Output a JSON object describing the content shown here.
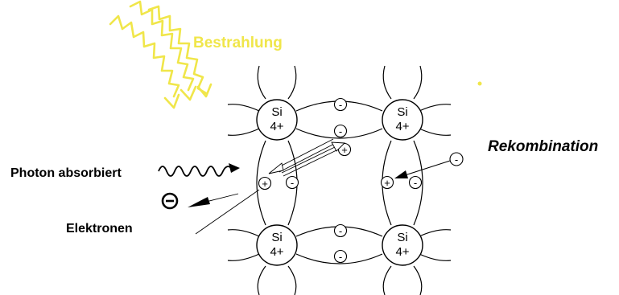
{
  "labels": {
    "irradiation": "Bestrahlung",
    "recombination": "Rekombination",
    "photon_absorbed": "Photon absorbiert",
    "electrons": "Elektronen"
  },
  "atom": {
    "symbol": "Si",
    "charge": "4+"
  },
  "signs": {
    "electron": "-",
    "hole": "+",
    "free_electron_symbol": "Θ"
  },
  "colors": {
    "sunlight": "#f0e64a",
    "ink": "#000000"
  }
}
